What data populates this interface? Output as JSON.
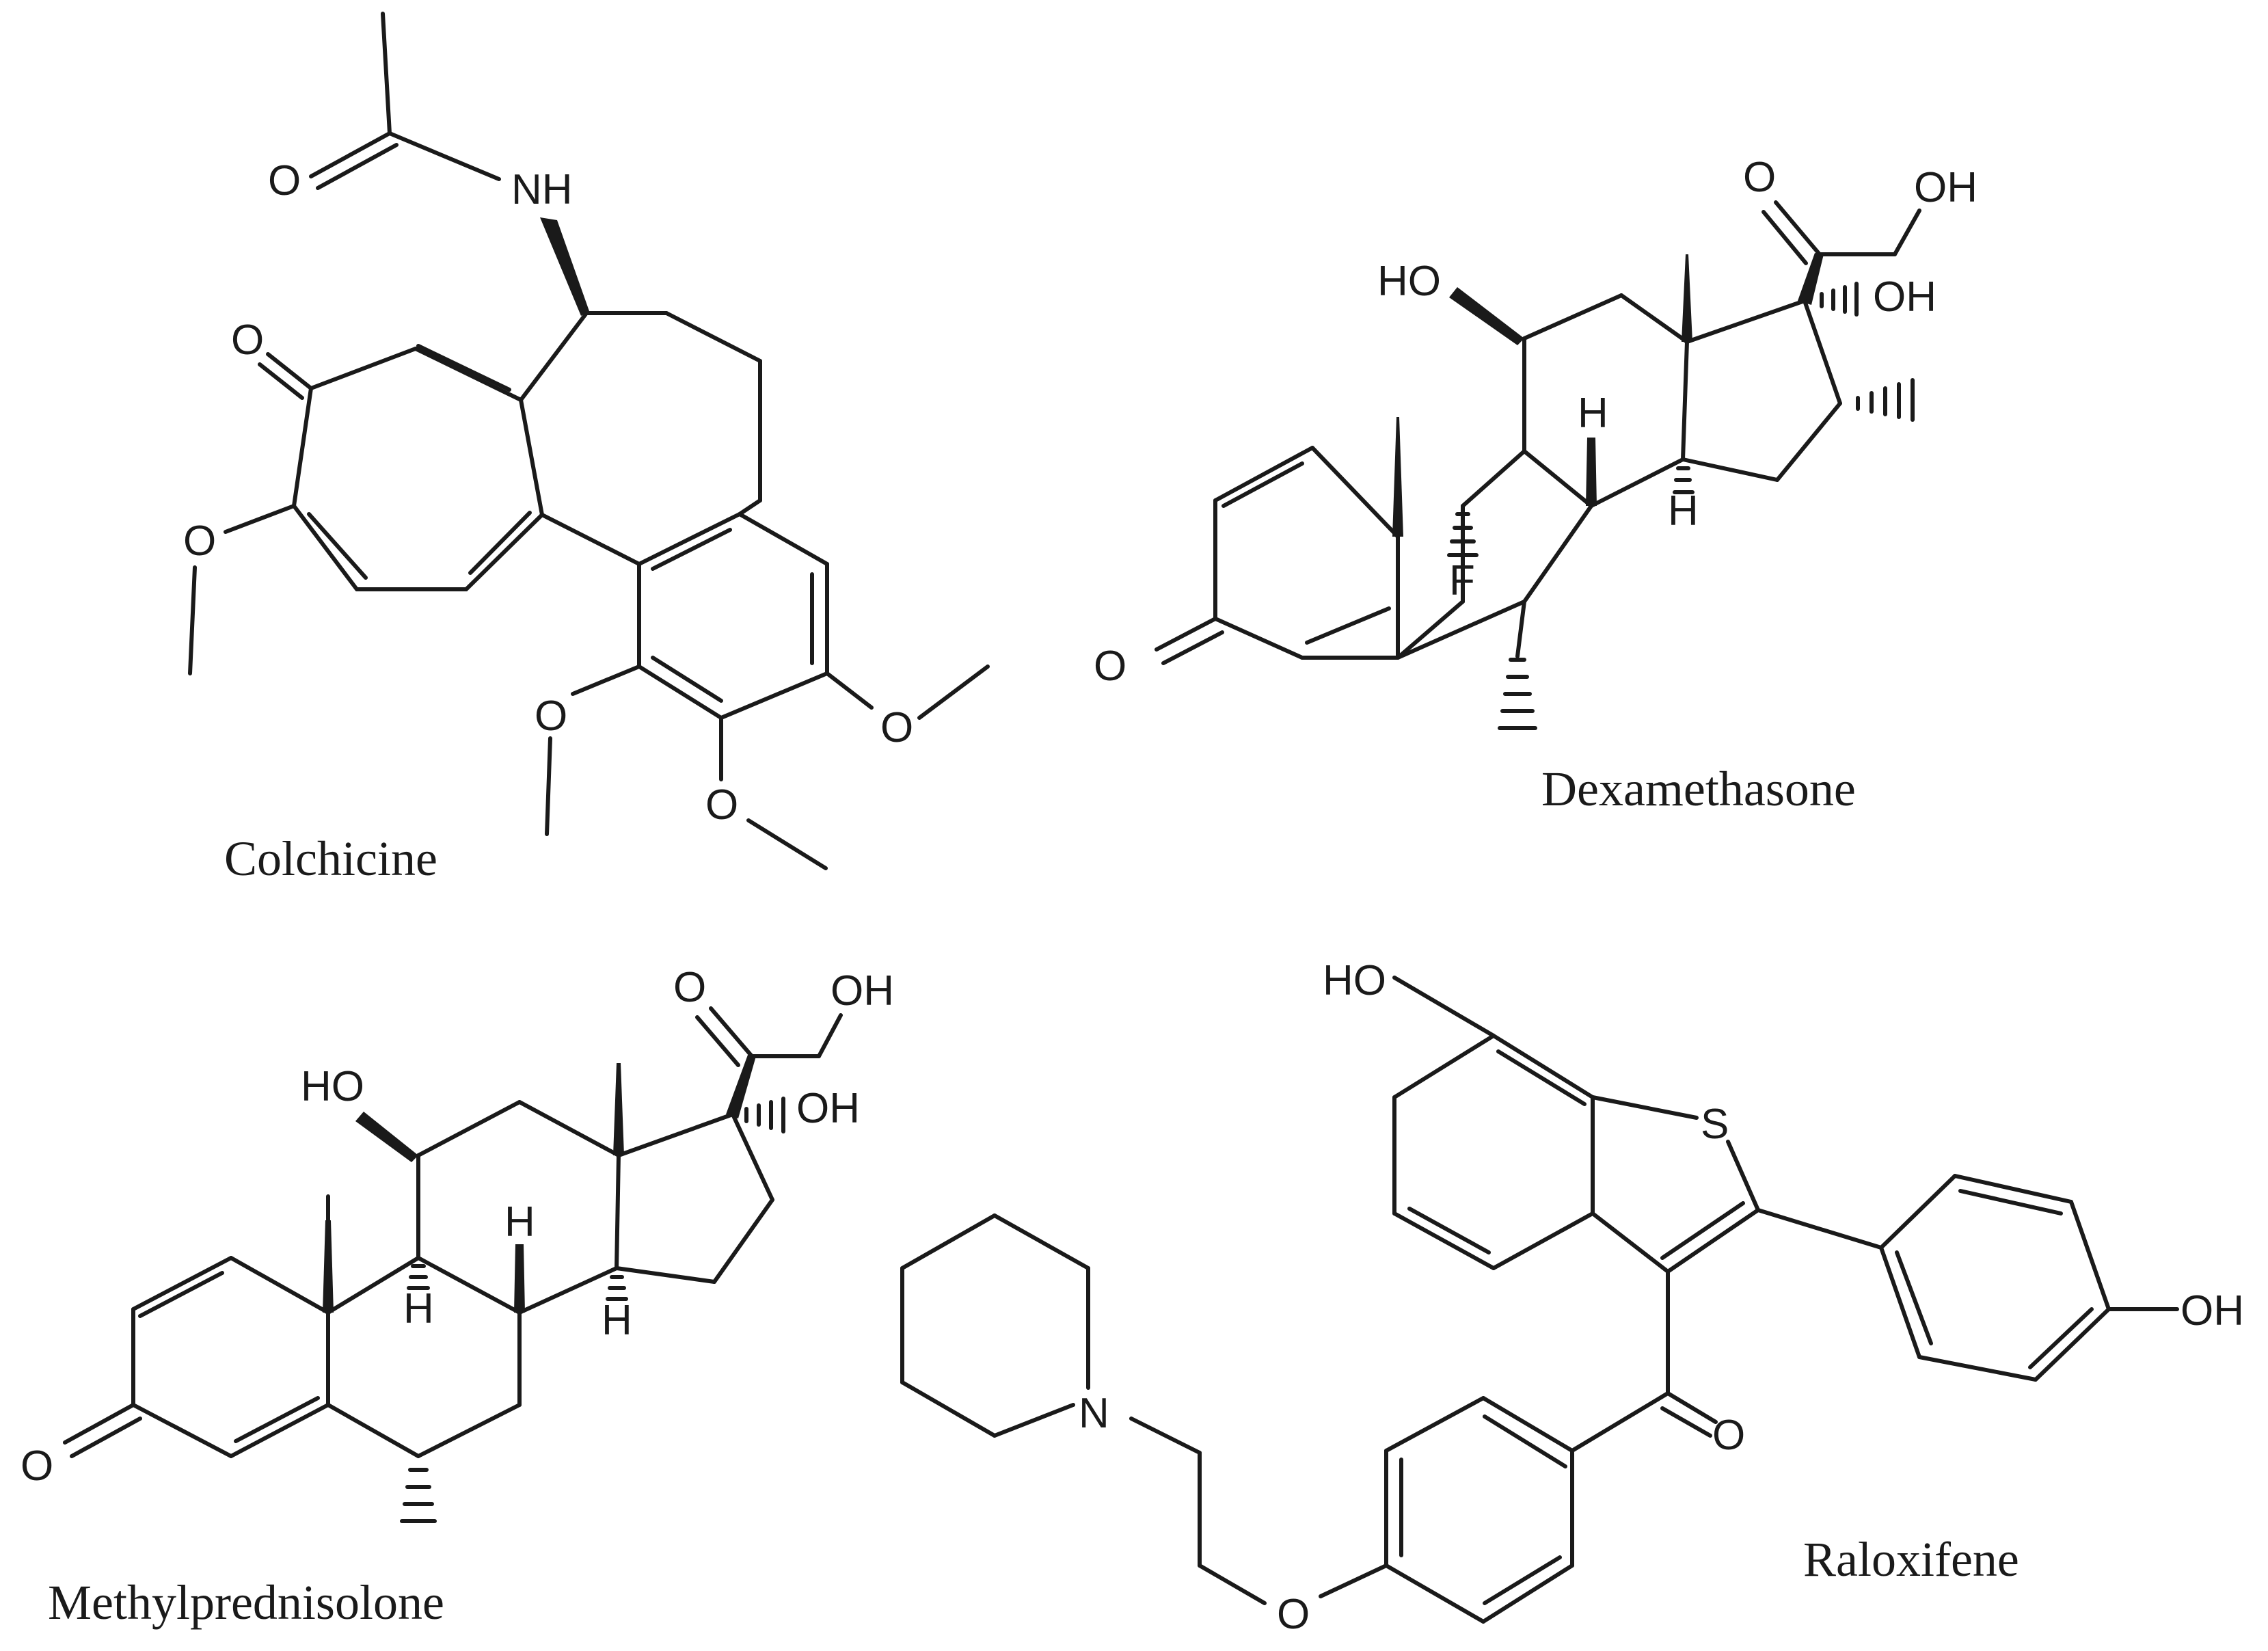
{
  "captions": {
    "colchicine": "Colchicine",
    "dexamethasone": "Dexamethasone",
    "methylprednisolone": "Methylprednisolone",
    "raloxifene": "Raloxifene"
  },
  "atoms": {
    "colchicine": {
      "o_acetyl": "O",
      "nh": "NH",
      "o_ketone": "O",
      "o_ome1": "O",
      "o_ome2": "O",
      "o_ome3": "O",
      "o_ome4": "O"
    },
    "dexamethasone": {
      "o_c20": "O",
      "oh_c21": "OH",
      "ho_c11": "HO",
      "oh_c17": "OH",
      "h_c8": "H",
      "h_c14": "H",
      "f_c9": "F",
      "o_c3": "O"
    },
    "methylprednisolone": {
      "o_c20": "O",
      "oh_c21": "OH",
      "ho_c11": "HO",
      "oh_c17": "OH",
      "h_c8": "H",
      "h_c9": "H",
      "h_c14": "H",
      "o_c3": "O"
    },
    "raloxifene": {
      "ho_top": "HO",
      "s": "S",
      "oh_right": "OH",
      "n": "N",
      "o_carbonyl": "O",
      "o_ether": "O"
    }
  }
}
